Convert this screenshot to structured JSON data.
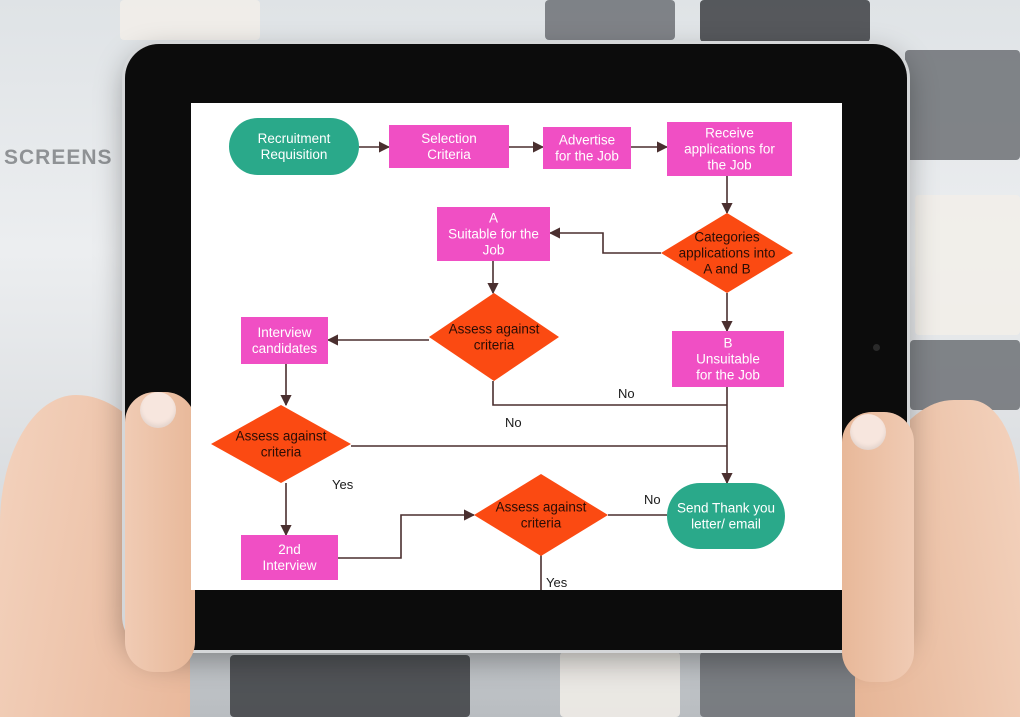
{
  "background": {
    "side_label": "SCREENS"
  },
  "diagram": {
    "nodes": [
      {
        "id": "n1",
        "shape": "pill",
        "lines": [
          "Recruitment",
          "Requisition"
        ]
      },
      {
        "id": "n2",
        "shape": "rect",
        "lines": [
          "Selection",
          "Criteria"
        ]
      },
      {
        "id": "n3",
        "shape": "rect",
        "lines": [
          "Advertise",
          "for the Job"
        ]
      },
      {
        "id": "n4",
        "shape": "rect",
        "lines": [
          "Receive",
          "applications for",
          "the Job"
        ]
      },
      {
        "id": "n5",
        "shape": "diamond",
        "lines": [
          "Categories",
          "applications into",
          "A and B"
        ]
      },
      {
        "id": "n6",
        "shape": "rect",
        "lines": [
          "A",
          "Suitable for the",
          "Job"
        ]
      },
      {
        "id": "n7",
        "shape": "rect",
        "lines": [
          "B",
          "Unsuitable",
          "for the Job"
        ]
      },
      {
        "id": "n8",
        "shape": "diamond",
        "lines": [
          "Assess against",
          "criteria"
        ]
      },
      {
        "id": "n9",
        "shape": "rect",
        "lines": [
          "Interview",
          "candidates"
        ]
      },
      {
        "id": "n10",
        "shape": "diamond",
        "lines": [
          "Assess against",
          "criteria"
        ]
      },
      {
        "id": "n11",
        "shape": "rect",
        "lines": [
          "2nd",
          "Interview"
        ]
      },
      {
        "id": "n12",
        "shape": "diamond",
        "lines": [
          "Assess against",
          "criteria"
        ]
      },
      {
        "id": "n13",
        "shape": "pill",
        "lines": [
          "Send Thank you",
          "letter/ email"
        ]
      }
    ],
    "edge_labels": {
      "no_1": "No",
      "no_2": "No",
      "yes_1": "Yes",
      "no_3": "No",
      "yes_2": "Yes"
    },
    "colors": {
      "pill": "#2aa98a",
      "rect": "#f04fc4",
      "diamond": "#fb4a12",
      "line": "#4a2f2f"
    }
  }
}
